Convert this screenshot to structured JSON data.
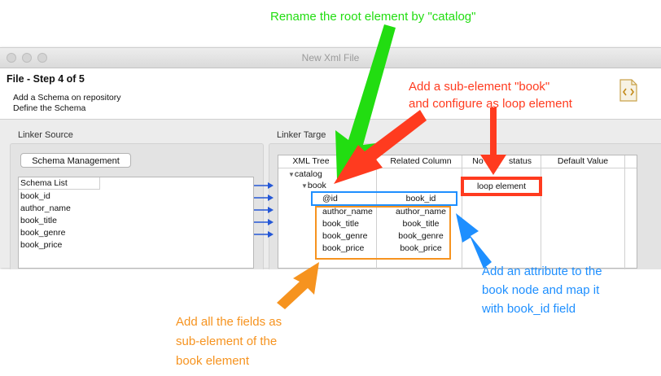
{
  "window": {
    "title": "New Xml File"
  },
  "header": {
    "step": "File - Step 4 of 5",
    "line1": "Add a Schema on repository",
    "line2": "Define the Schema"
  },
  "linker_source": {
    "label": "Linker Source",
    "button": "Schema Management",
    "list_header": "Schema List",
    "items": [
      "book_id",
      "author_name",
      "book_title",
      "book_genre",
      "book_price"
    ]
  },
  "linker_target": {
    "label": "Linker Targe",
    "columns": [
      "XML Tree",
      "Related Column",
      "No",
      "status",
      "Default Value"
    ],
    "root": "catalog",
    "loop_node": "book",
    "attribute": {
      "name": "@id",
      "column": "book_id"
    },
    "rows": [
      {
        "name": "author_name",
        "column": "author_name"
      },
      {
        "name": "book_title",
        "column": "book_title"
      },
      {
        "name": "book_genre",
        "column": "book_genre"
      },
      {
        "name": "book_price",
        "column": "book_price"
      }
    ],
    "loop_label": "loop element"
  },
  "annotations": {
    "green": "Rename the root element by \"catalog\"",
    "red_line1": "Add a sub-element \"book\"",
    "red_line2": "and configure as loop element",
    "blue_line1": "Add an attribute to the",
    "blue_line2": "book node and map it",
    "blue_line3": "with book_id field",
    "orange_line1": "Add all the fields as",
    "orange_line2": "sub-element of the",
    "orange_line3": "book element"
  },
  "colors": {
    "green": "#22dd11",
    "red": "#ff3b1f",
    "blue": "#1e8fff",
    "orange": "#f6931f",
    "link_arrow": "#2457d6"
  },
  "icons": [
    "close-button-dot",
    "minimize-button-dot",
    "zoom-button-dot",
    "xml-file-icon",
    "arrow-right-icon"
  ]
}
